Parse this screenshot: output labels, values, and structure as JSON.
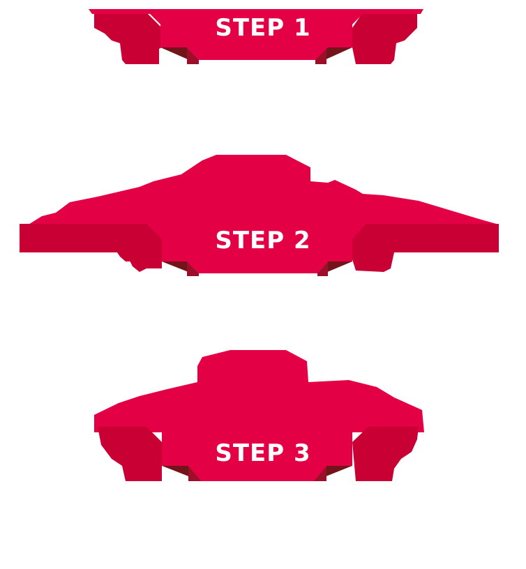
{
  "colors": {
    "front": "#e30045",
    "wing": "#c80034",
    "fold_dark": "#73141a",
    "fold_mid": "#9b1028",
    "background": "#ffffff",
    "text": "#ffffff"
  },
  "steps": [
    {
      "label": "STEP 1"
    },
    {
      "label": "STEP 2"
    },
    {
      "label": "STEP 3"
    }
  ]
}
